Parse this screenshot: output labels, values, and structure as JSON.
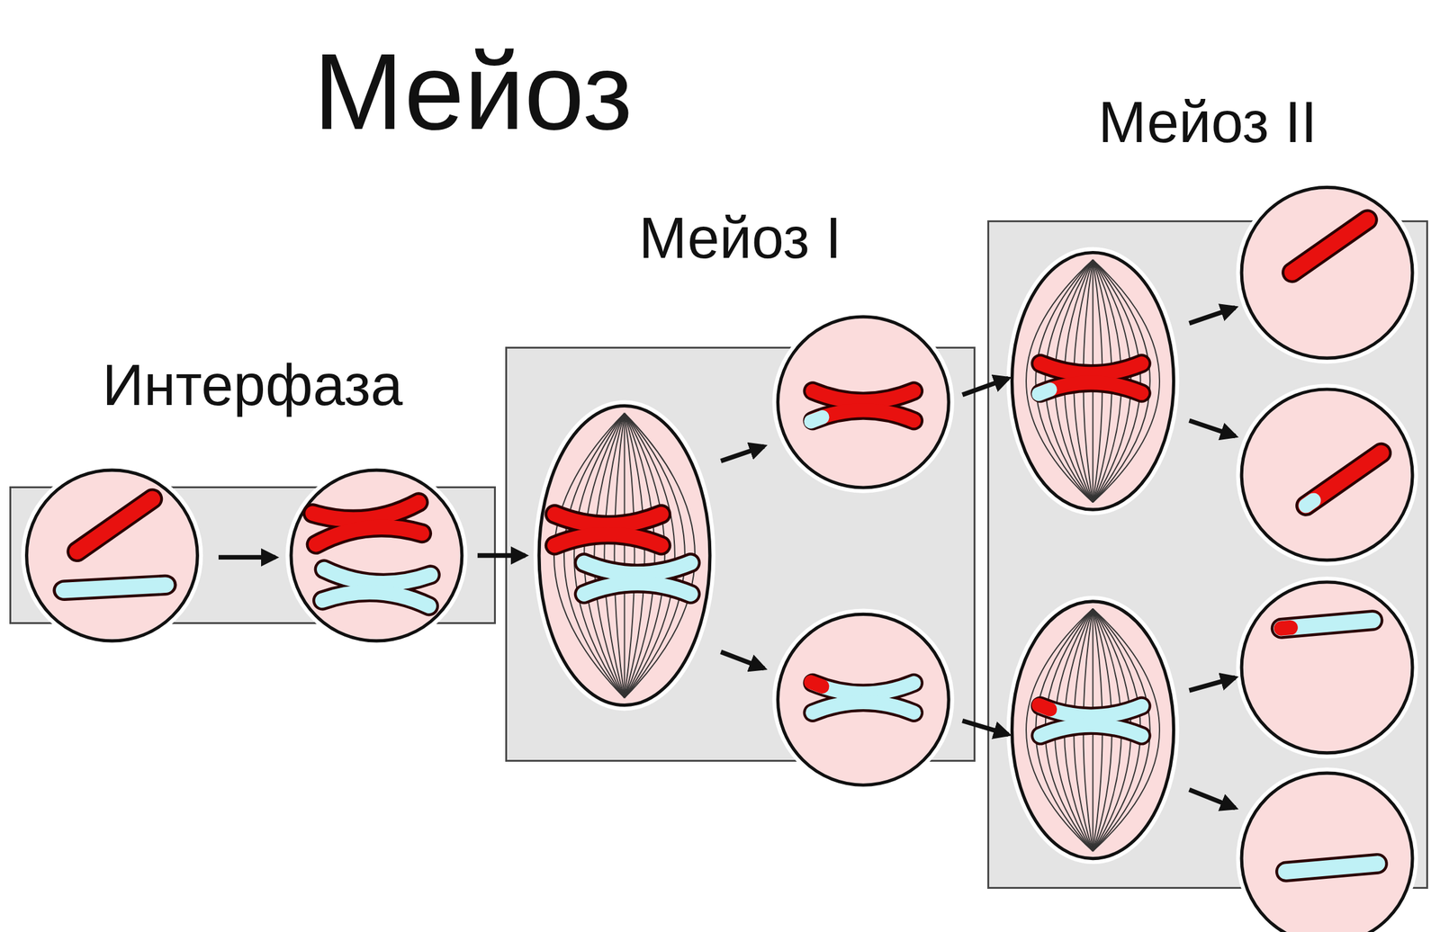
{
  "diagram": {
    "title": "Мейоз",
    "nodes": [
      {
        "text": [
          "Интерфаза"
        ]
      },
      {
        "text": [
          "Мейоз I"
        ]
      },
      {
        "text": [
          "Мейоз II"
        ]
      }
    ]
  }
}
